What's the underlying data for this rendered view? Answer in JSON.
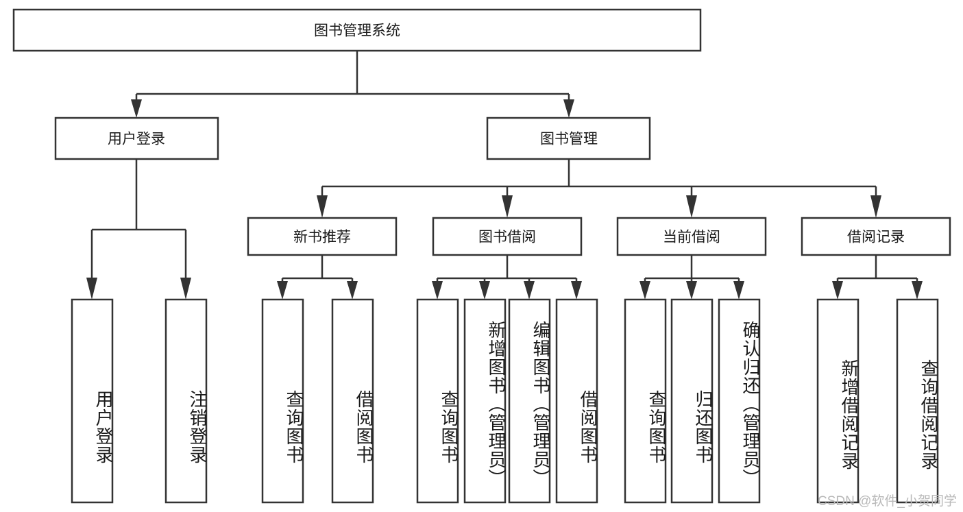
{
  "diagram": {
    "title": "图书管理系统",
    "type": "hierarchy-tree",
    "root": {
      "id": "root",
      "label": "图书管理系统",
      "orientation": "horizontal"
    },
    "level1": [
      {
        "id": "user-login",
        "label": "用户登录",
        "orientation": "horizontal"
      },
      {
        "id": "book-manage",
        "label": "图书管理",
        "orientation": "horizontal"
      }
    ],
    "level2": [
      {
        "id": "new-book-recommend",
        "label": "新书推荐",
        "parent": "book-manage",
        "orientation": "horizontal"
      },
      {
        "id": "book-borrow",
        "label": "图书借阅",
        "parent": "book-manage",
        "orientation": "horizontal"
      },
      {
        "id": "current-borrow",
        "label": "当前借阅",
        "parent": "book-manage",
        "orientation": "horizontal"
      },
      {
        "id": "borrow-record",
        "label": "借阅记录",
        "parent": "book-manage",
        "orientation": "horizontal"
      }
    ],
    "leaves": [
      {
        "id": "leaf-user-login",
        "label": "用户登录",
        "parent": "user-login",
        "orientation": "vertical"
      },
      {
        "id": "leaf-logout-login",
        "label": "注销登录",
        "parent": "user-login",
        "orientation": "vertical"
      },
      {
        "id": "leaf-query-book-1",
        "label": "查询图书",
        "parent": "new-book-recommend",
        "orientation": "vertical"
      },
      {
        "id": "leaf-borrow-book-1",
        "label": "借阅图书",
        "parent": "new-book-recommend",
        "orientation": "vertical"
      },
      {
        "id": "leaf-query-book-2",
        "label": "查询图书",
        "parent": "book-borrow",
        "orientation": "vertical"
      },
      {
        "id": "leaf-add-book",
        "label": "新增图书（管理员）",
        "parent": "book-borrow",
        "orientation": "vertical"
      },
      {
        "id": "leaf-edit-book",
        "label": "编辑图书（管理员）",
        "parent": "book-borrow",
        "orientation": "vertical"
      },
      {
        "id": "leaf-borrow-book-2",
        "label": "借阅图书",
        "parent": "book-borrow",
        "orientation": "vertical"
      },
      {
        "id": "leaf-query-book-3",
        "label": "查询图书",
        "parent": "current-borrow",
        "orientation": "vertical"
      },
      {
        "id": "leaf-return-book",
        "label": "归还图书",
        "parent": "current-borrow",
        "orientation": "vertical"
      },
      {
        "id": "leaf-confirm-return",
        "label": "确认归还（管理员）",
        "parent": "current-borrow",
        "orientation": "vertical"
      },
      {
        "id": "leaf-add-record",
        "label": "新增借阅记录",
        "parent": "borrow-record",
        "orientation": "vertical"
      },
      {
        "id": "leaf-query-record",
        "label": "查询借阅记录",
        "parent": "borrow-record",
        "orientation": "vertical"
      }
    ]
  },
  "watermark": {
    "text": "CSDN @软件_小贺同学"
  },
  "colors": {
    "stroke": "#333333",
    "box_fill": "#ffffff",
    "text": "#1a1a1a",
    "watermark": "#b9b9b9",
    "background": "#ffffff"
  }
}
